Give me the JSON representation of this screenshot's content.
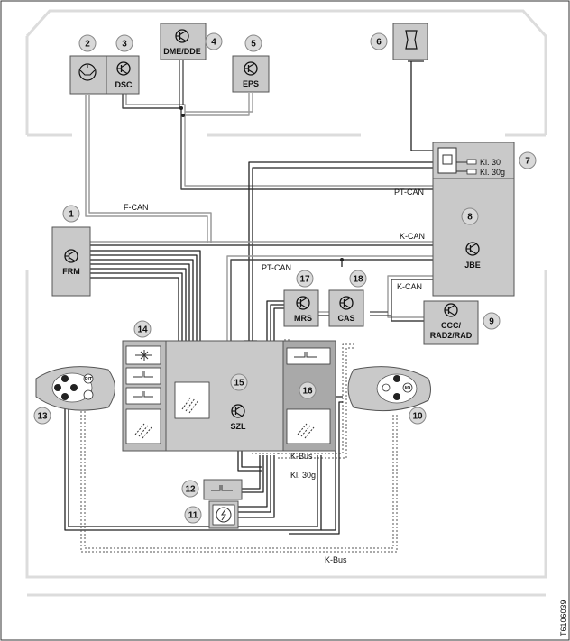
{
  "components": {
    "frm": "FRM",
    "dsc": "DSC",
    "dme": "DME/DDE",
    "eps": "EPS",
    "jbe": "JBE",
    "mrs": "MRS",
    "cas": "CAS",
    "ccc_line1": "CCC/",
    "ccc_line2": "RAD2/RAD",
    "szl": "SZL"
  },
  "numbers": [
    "1",
    "2",
    "3",
    "4",
    "5",
    "6",
    "7",
    "8",
    "9",
    "10",
    "11",
    "12",
    "13",
    "14",
    "15",
    "16",
    "17",
    "18"
  ],
  "bus_labels": {
    "f_can": "F-CAN",
    "pt_can_top": "PT-CAN",
    "k_can_top": "K-CAN",
    "pt_can_mid": "PT-CAN",
    "k_can_mid": "K-CAN",
    "k_bus_inner": "K-Bus",
    "k_bus_outer": "K-Bus",
    "kl30g_lower": "Kl. 30g"
  },
  "terminals": {
    "kl30": "Kl. 30",
    "kl30g": "Kl. 30g"
  },
  "steering_buttons": {
    "left_rt": "R/T",
    "right_io": "I/O"
  },
  "image_code": "T6106039",
  "colors": {
    "module_fill": "#c9c9c9",
    "module_dark": "#a9a9a9",
    "line": "#222222",
    "gray_line": "#9a9a9a"
  }
}
